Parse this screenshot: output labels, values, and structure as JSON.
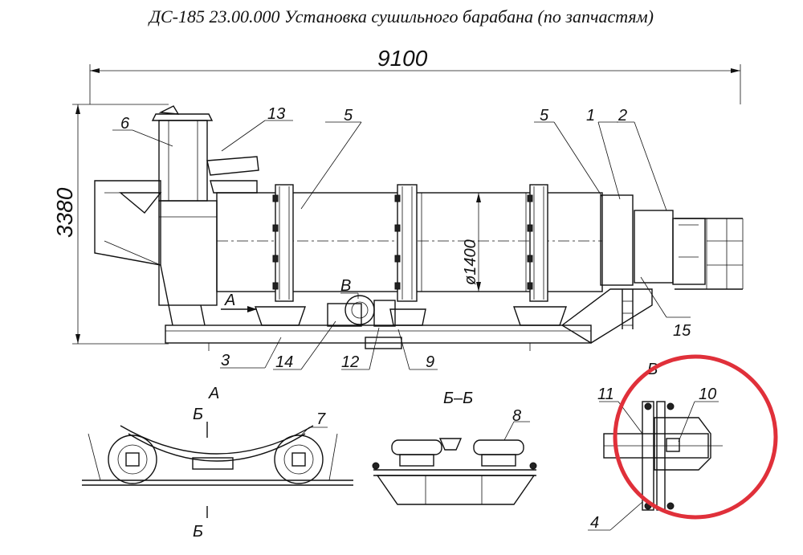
{
  "title": "ДС-185 23.00.000 Установка сушильного барабана (по запчастям)",
  "dimensions": {
    "length": "9100",
    "height": "3380",
    "diameter": "ø1400"
  },
  "callouts": [
    "1",
    "2",
    "3",
    "4",
    "5",
    "5",
    "6",
    "7",
    "8",
    "9",
    "10",
    "11",
    "12",
    "13",
    "14",
    "15"
  ],
  "view_marks": {
    "a": "А",
    "b": "Б",
    "b2": "Б",
    "v": "В",
    "section_bb": "Б–Б",
    "view_a": "А",
    "view_v": "В"
  },
  "highlight": {
    "color": "#e0303a"
  }
}
